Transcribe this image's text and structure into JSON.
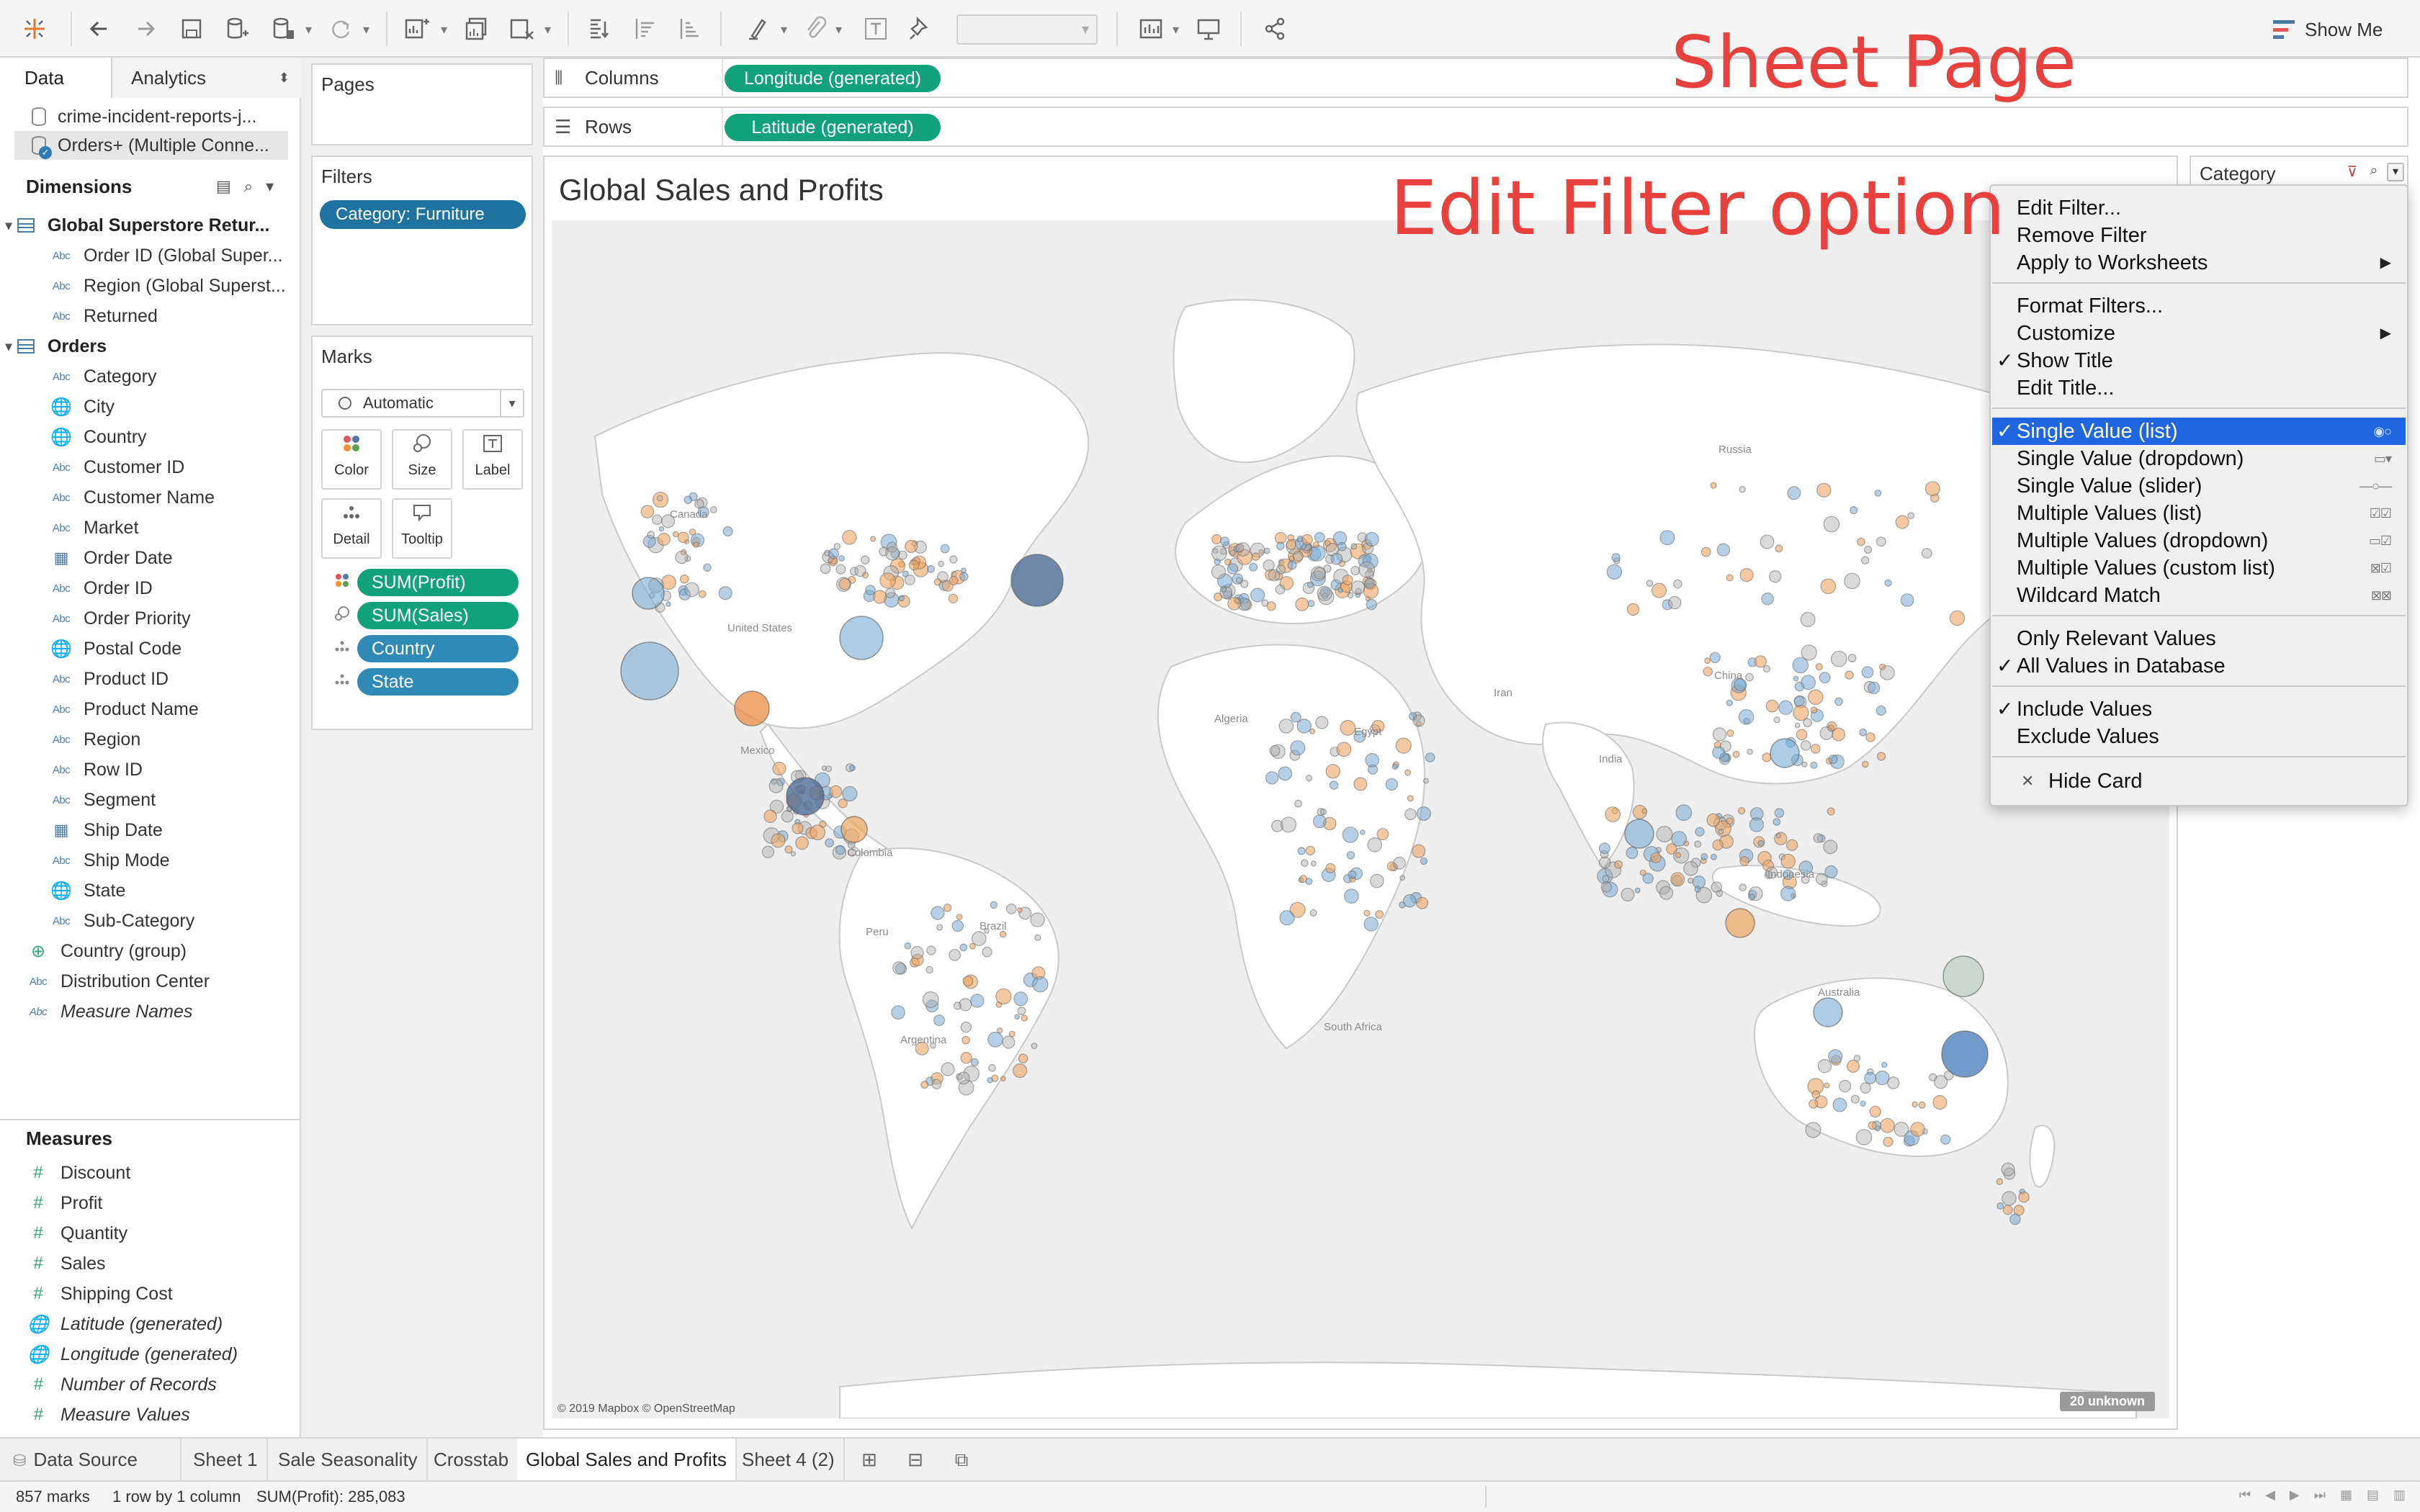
{
  "annotations": {
    "sheet_page": "Sheet Page",
    "edit_filter": "Edit Filter option"
  },
  "toolbar": {
    "show_me": "Show Me"
  },
  "data_pane": {
    "tab_data": "Data",
    "tab_analytics": "Analytics",
    "data_sources": [
      "crime-incident-reports-j...",
      "Orders+ (Multiple Conne..."
    ],
    "dimensions_header": "Dimensions",
    "groups": [
      {
        "name": "Global Superstore Retur...",
        "fields": [
          {
            "label": "Order ID (Global Super...",
            "type": "abc"
          },
          {
            "label": "Region (Global Superst...",
            "type": "abc"
          },
          {
            "label": "Returned",
            "type": "abc"
          }
        ]
      },
      {
        "name": "Orders",
        "fields": [
          {
            "label": "Category",
            "type": "abc"
          },
          {
            "label": "City",
            "type": "geo"
          },
          {
            "label": "Country",
            "type": "geo"
          },
          {
            "label": "Customer ID",
            "type": "abc"
          },
          {
            "label": "Customer Name",
            "type": "abc"
          },
          {
            "label": "Market",
            "type": "abc"
          },
          {
            "label": "Order Date",
            "type": "date"
          },
          {
            "label": "Order ID",
            "type": "abc"
          },
          {
            "label": "Order Priority",
            "type": "abc"
          },
          {
            "label": "Postal Code",
            "type": "geo"
          },
          {
            "label": "Product ID",
            "type": "abc"
          },
          {
            "label": "Product Name",
            "type": "abc"
          },
          {
            "label": "Region",
            "type": "abc"
          },
          {
            "label": "Row ID",
            "type": "abc"
          },
          {
            "label": "Segment",
            "type": "abc"
          },
          {
            "label": "Ship Date",
            "type": "date"
          },
          {
            "label": "Ship Mode",
            "type": "abc"
          },
          {
            "label": "State",
            "type": "geo"
          },
          {
            "label": "Sub-Category",
            "type": "abc"
          }
        ]
      }
    ],
    "extra_dimensions": [
      {
        "label": "Country (group)",
        "type": "geogroup"
      },
      {
        "label": "Distribution Center",
        "type": "abc"
      },
      {
        "label": "Measure Names",
        "type": "abc"
      }
    ],
    "measures_header": "Measures",
    "measures": [
      {
        "label": "Discount"
      },
      {
        "label": "Profit"
      },
      {
        "label": "Quantity"
      },
      {
        "label": "Sales"
      },
      {
        "label": "Shipping Cost"
      },
      {
        "label": "Latitude (generated)"
      },
      {
        "label": "Longitude (generated)"
      },
      {
        "label": "Number of Records"
      },
      {
        "label": "Measure Values"
      }
    ]
  },
  "cards": {
    "pages_title": "Pages",
    "filters_title": "Filters",
    "filter_pill": "Category: Furniture",
    "marks_title": "Marks",
    "mark_type": "Automatic",
    "mark_buttons": [
      "Color",
      "Size",
      "Label",
      "Detail",
      "Tooltip"
    ],
    "mark_pills": [
      {
        "label": "SUM(Profit)",
        "color": "green"
      },
      {
        "label": "SUM(Sales)",
        "color": "green"
      },
      {
        "label": "Country",
        "color": "blue"
      },
      {
        "label": "State",
        "color": "blue"
      }
    ]
  },
  "shelves": {
    "columns_label": "Columns",
    "columns_pill": "Longitude (generated)",
    "rows_label": "Rows",
    "rows_pill": "Latitude (generated)"
  },
  "view": {
    "title": "Global Sales and Profits",
    "attribution": "© 2019 Mapbox © OpenStreetMap",
    "unknown_badge": "20 unknown",
    "map_labels": [
      "Canada",
      "United States",
      "Mexico",
      "Colombia",
      "Peru",
      "Brazil",
      "Argentina",
      "Algeria",
      "Egypt",
      "Russia",
      "Iran",
      "India",
      "China",
      "Indonesia",
      "Australia",
      "South Africa"
    ]
  },
  "filter_card": {
    "title": "Category"
  },
  "context_menu": {
    "group1": [
      "Edit Filter...",
      "Remove Filter",
      "Apply to Worksheets"
    ],
    "group2": [
      "Format Filters...",
      "Customize",
      "Show Title",
      "Edit Title..."
    ],
    "group3": [
      "Single Value (list)",
      "Single Value (dropdown)",
      "Single Value (slider)",
      "Multiple Values (list)",
      "Multiple Values (dropdown)",
      "Multiple Values (custom list)",
      "Wildcard Match"
    ],
    "group4": [
      "Only Relevant Values",
      "All Values in Database"
    ],
    "group5": [
      "Include Values",
      "Exclude Values"
    ],
    "hide_card": "Hide Card",
    "checked": [
      "Show Title",
      "Single Value (list)",
      "All Values in Database",
      "Include Values"
    ],
    "highlighted": "Single Value (list)"
  },
  "sheet_tabs": {
    "data_source": "Data Source",
    "tabs": [
      "Sheet 1",
      "Sale Seasonality",
      "Crosstab",
      "Global Sales and Profits",
      "Sheet 4 (2)"
    ],
    "active": "Global Sales and Profits"
  },
  "status": {
    "marks": "857 marks",
    "dims": "1 row by 1 column",
    "sum": "SUM(Profit): 285,083"
  }
}
